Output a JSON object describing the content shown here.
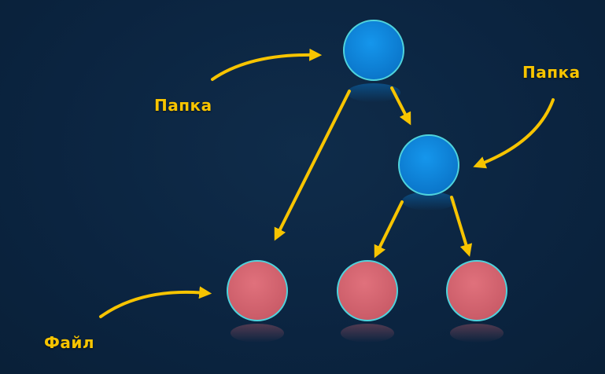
{
  "colors": {
    "background": "#0b2440",
    "folder_node": "#0a82d8",
    "file_node": "#d4636f",
    "node_outline": "#4fd3dc",
    "arrow": "#f7c400",
    "label_text": "#f7c400"
  },
  "nodes": {
    "folder_root": {
      "type": "folder"
    },
    "folder_child": {
      "type": "folder"
    },
    "file_1": {
      "type": "file"
    },
    "file_2": {
      "type": "file"
    },
    "file_3": {
      "type": "file"
    }
  },
  "edges": [
    {
      "from": "folder_root",
      "to": "folder_child"
    },
    {
      "from": "folder_root",
      "to": "file_1"
    },
    {
      "from": "folder_child",
      "to": "file_2"
    },
    {
      "from": "folder_child",
      "to": "file_3"
    }
  ],
  "labels": {
    "folder_left": "Папка",
    "folder_right": "Папка",
    "file": "Файл"
  }
}
